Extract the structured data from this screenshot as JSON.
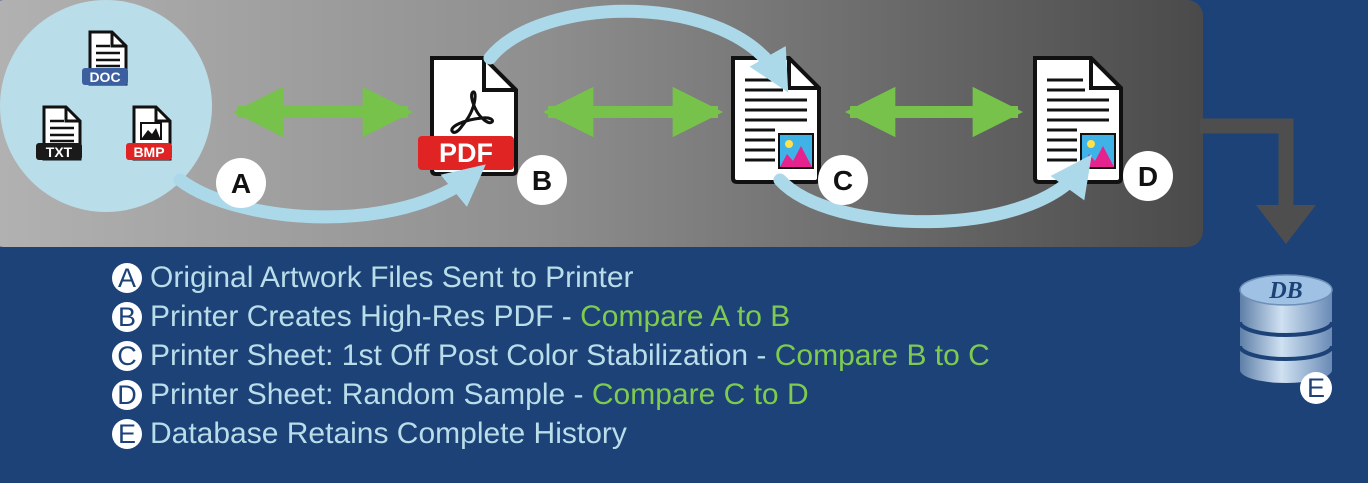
{
  "stages": {
    "a": {
      "badge": "A",
      "files": [
        "DOC",
        "TXT",
        "BMP"
      ]
    },
    "b": {
      "badge": "B",
      "file": "PDF"
    },
    "c": {
      "badge": "C"
    },
    "d": {
      "badge": "D"
    },
    "e": {
      "badge": "E",
      "db_label": "DB"
    }
  },
  "legend": [
    {
      "letter": "A",
      "text": "Original Artwork Files Sent to Printer",
      "compare": ""
    },
    {
      "letter": "B",
      "text": "Printer Creates High-Res PDF - ",
      "compare": "Compare A to B"
    },
    {
      "letter": "C",
      "text": "Printer Sheet: 1st Off Post Color Stabilization - ",
      "compare": "Compare B to C"
    },
    {
      "letter": "D",
      "text": "Printer Sheet: Random Sample - ",
      "compare": "Compare C to D"
    },
    {
      "letter": "E",
      "text": "Database Retains Complete History",
      "compare": ""
    }
  ],
  "colors": {
    "background": "#1c4278",
    "panel_light": "#a9a9a9",
    "panel_dark": "#4c4c4c",
    "circle": "#b9dde9",
    "loop_arrow": "#acd9ea",
    "double_arrow": "#77c24a",
    "compare_text": "#7ecb50",
    "pdf_red": "#e02323",
    "doc_blue": "#3c5f9f",
    "db_blue": "#8fb5dc"
  },
  "icons": [
    "doc-file-icon",
    "txt-file-icon",
    "bmp-file-icon",
    "pdf-file-icon",
    "printed-sheet-icon",
    "database-icon"
  ]
}
